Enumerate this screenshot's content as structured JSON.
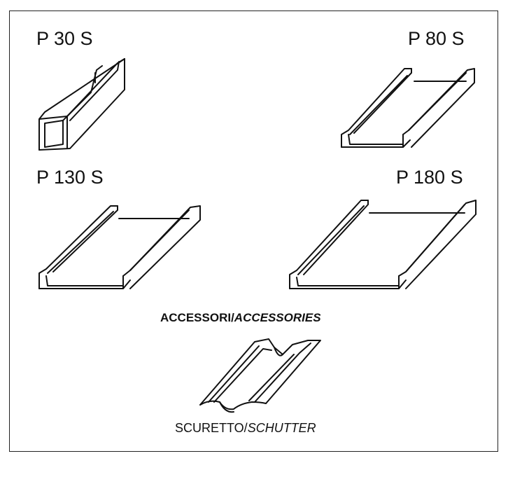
{
  "profiles": [
    {
      "name": "P 30 S"
    },
    {
      "name": "P 80 S"
    },
    {
      "name": "P 130 S"
    },
    {
      "name": "P 180 S"
    }
  ],
  "accessories": {
    "heading_a": "ACCESSORI/",
    "heading_b": "ACCESSORIES",
    "item_a": "SCURETTO/",
    "item_b": "SCHUTTER"
  }
}
